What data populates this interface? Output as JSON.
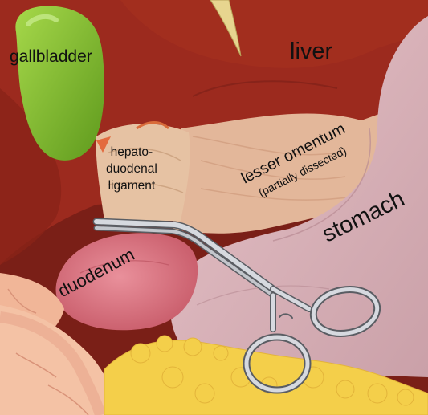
{
  "labels": {
    "gallbladder": "gallbladder",
    "liver": "liver",
    "hepatoduodenal_line1": "hepato-",
    "hepatoduodenal_line2": "duodenal",
    "hepatoduodenal_line3": "ligament",
    "lesser_omentum": "lesser omentum",
    "lesser_omentum_note": "(partially dissected)",
    "stomach": "stomach",
    "duodenum": "duodenum"
  },
  "colors": {
    "liver": "#9c2a1e",
    "gallbladder": "#7db82f",
    "stomach": "#d8b1b8",
    "duodenum": "#dc7a86",
    "omentum": "#e3b79a",
    "fat": "#f4cf4a",
    "bowel": "#f1b698",
    "instrument": "#c9ccd2"
  },
  "icons": {
    "instrument": "forceps-clamp-icon"
  }
}
